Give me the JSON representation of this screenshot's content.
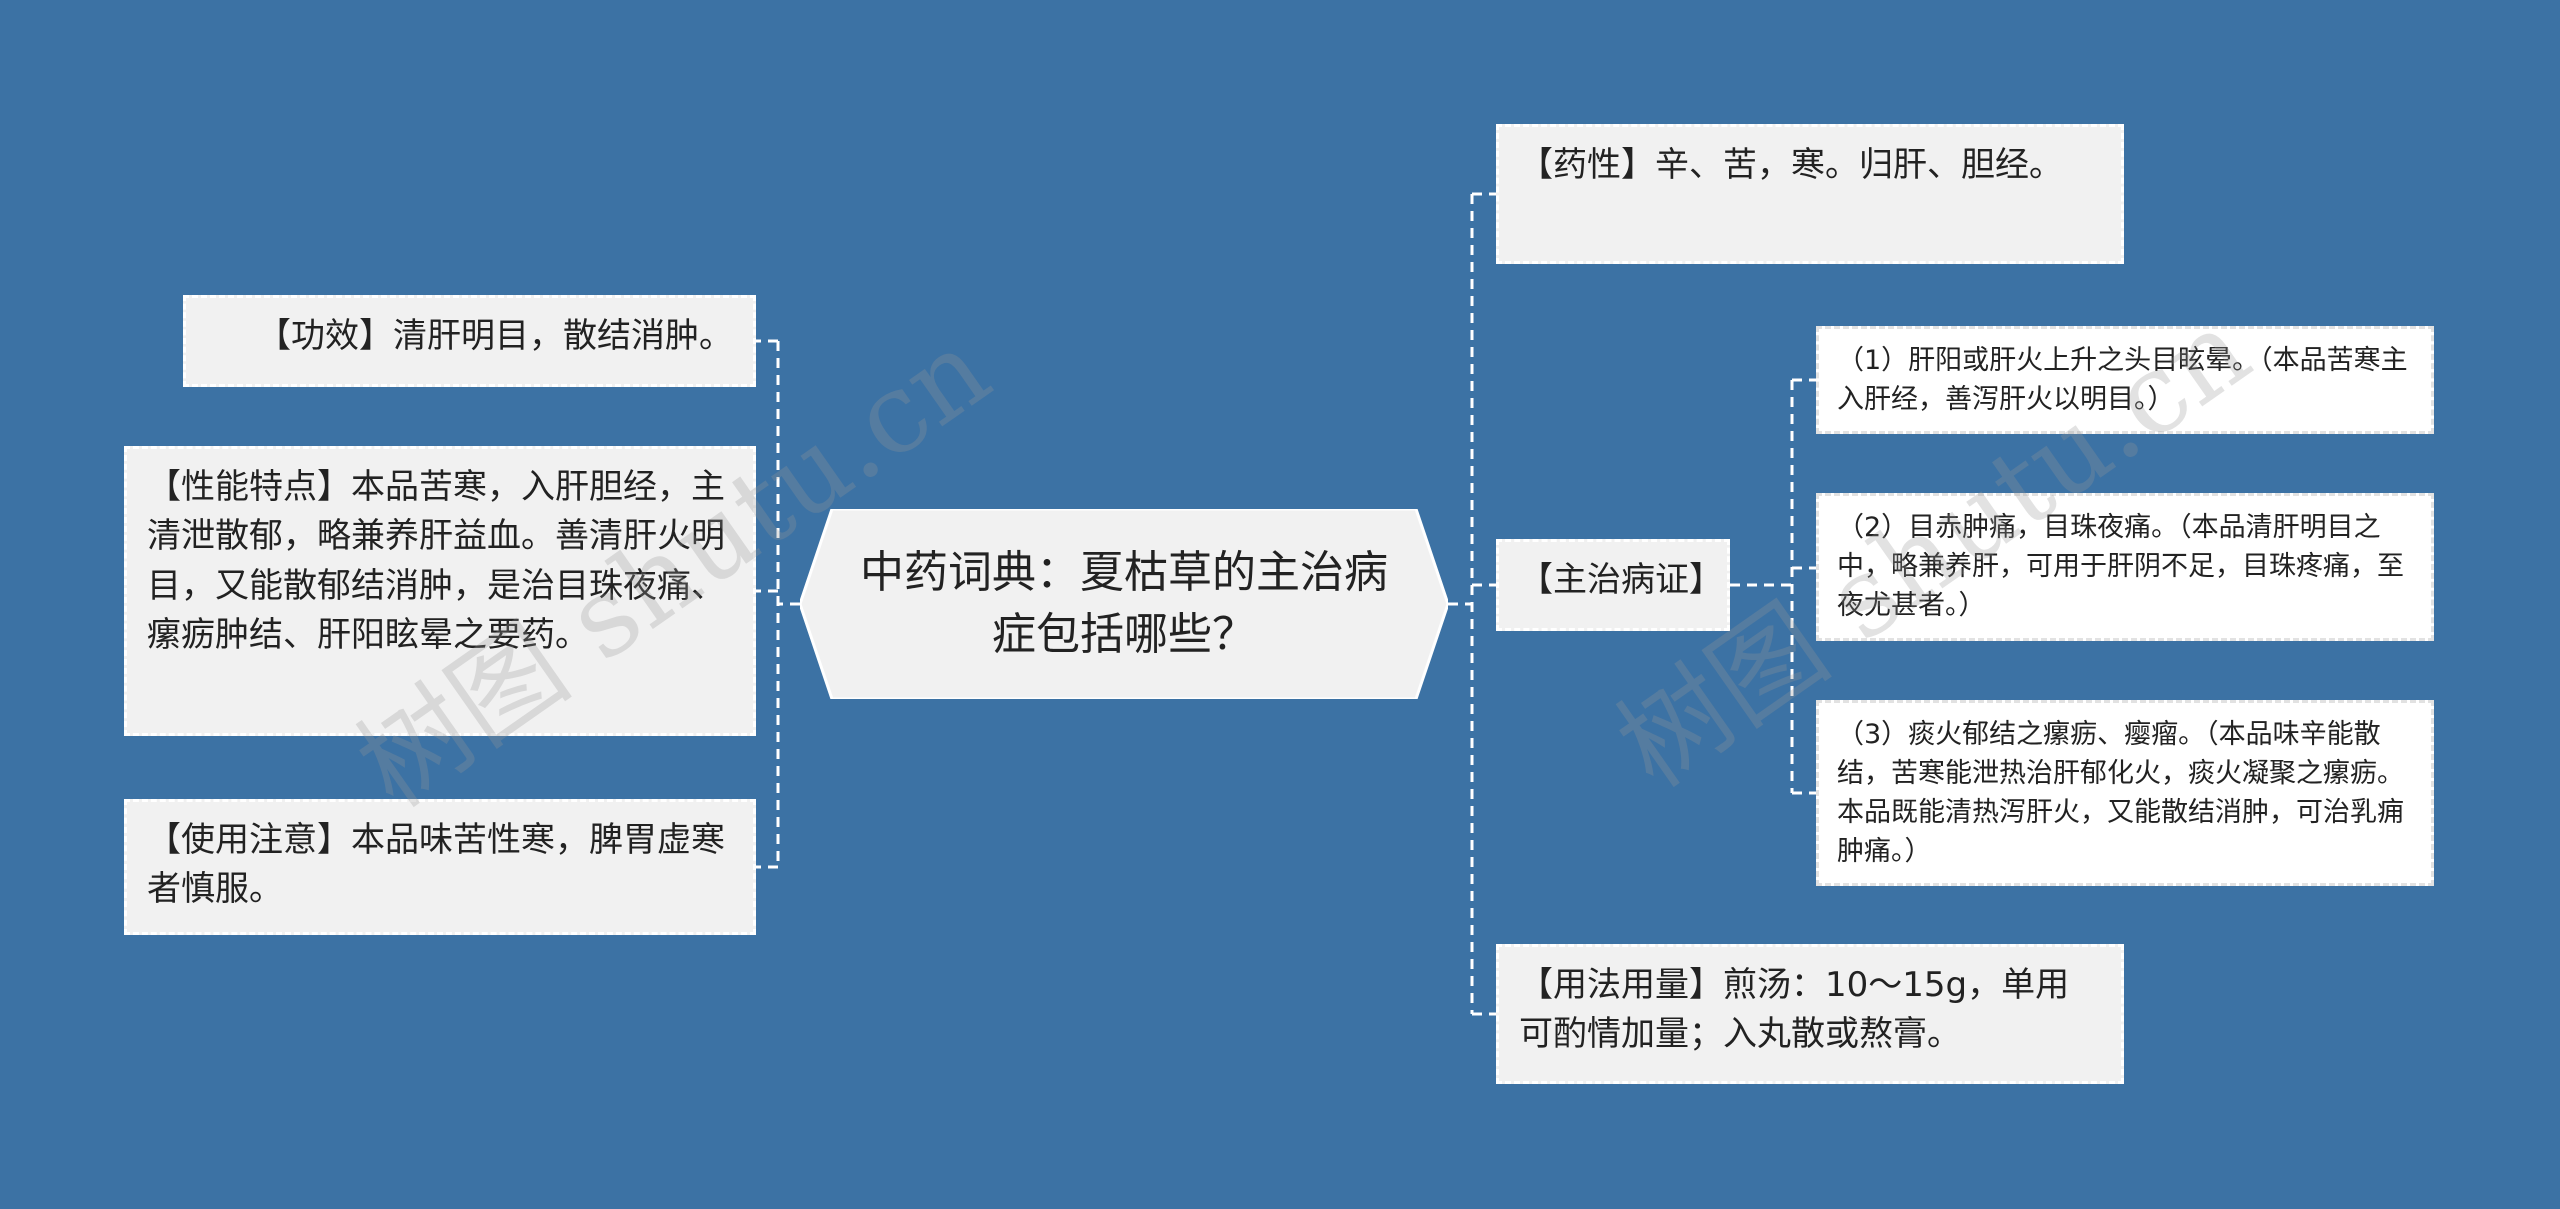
{
  "center": {
    "title": "中药词典：夏枯草的主治病症包括哪些？"
  },
  "left": [
    {
      "id": "gongxiao",
      "text": "【功效】清肝明目，散结消肿。"
    },
    {
      "id": "xingneng",
      "text": "【性能特点】本品苦寒，入肝胆经，主清泄散郁，略兼养肝益血。善清肝火明目，又能散郁结消肿，是治目珠夜痛、瘰疬肿结、肝阳眩晕之要药。"
    },
    {
      "id": "shiyong",
      "text": "【使用注意】本品味苦性寒，脾胃虚寒者慎服。"
    }
  ],
  "right": [
    {
      "id": "yaoxing",
      "text": "【药性】辛、苦，寒。归肝、胆经。"
    },
    {
      "id": "zhuzhi",
      "text": "【主治病证】"
    },
    {
      "id": "yongfa",
      "text": "【用法用量】煎汤：10～15g，单用可酌情加量；入丸散或熬膏。"
    }
  ],
  "zhuzhi_children": [
    {
      "id": "z1",
      "text": "（1）肝阳或肝火上升之头目眩晕。（本品苦寒主入肝经，善泻肝火以明目。）"
    },
    {
      "id": "z2",
      "text": "（2）目赤肿痛，目珠夜痛。（本品清肝明目之中，略兼养肝，可用于肝阴不足，目珠疼痛，至夜尤甚者。）"
    },
    {
      "id": "z3",
      "text": "（3）痰火郁结之瘰疬、瘿瘤。（本品味辛能散结，苦寒能泄热治肝郁化火，痰火凝聚之瘰疬。本品既能清热泻肝火，又能散结消肿，可治乳痈肿痛。）"
    }
  ],
  "watermarks": [
    "树图 shutu.cn",
    "树图 shutu.cn"
  ],
  "colors": {
    "background": "#3c72a4",
    "node_fill": "#f1f1f1",
    "leaf_fill": "#ffffff",
    "connector": "#ffffff"
  }
}
